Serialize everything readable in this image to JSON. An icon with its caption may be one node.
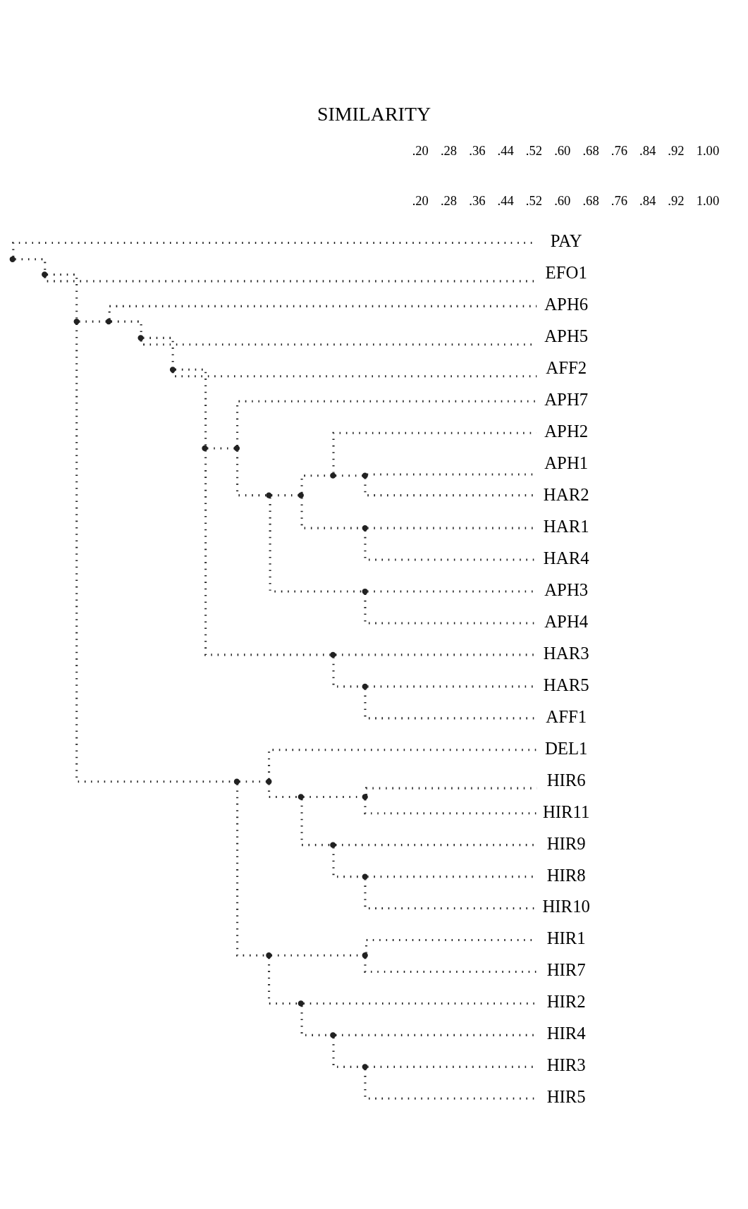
{
  "diagram": {
    "title": "SIMILARITY",
    "nodes": [
      {
        "text": [
          "APH1"
        ]
      },
      {
        "text": [
          "HAR2"
        ]
      },
      {
        "text": [
          "APH2"
        ]
      },
      {
        "text": [
          "HAR1"
        ]
      },
      {
        "text": [
          "HAR4"
        ]
      },
      {
        "text": [
          "APH3"
        ]
      },
      {
        "text": [
          "APH4"
        ]
      },
      {
        "text": [
          "APH7"
        ]
      },
      {
        "text": [
          "HAR3"
        ]
      },
      {
        "text": [
          "HAR5"
        ]
      },
      {
        "text": [
          "AFF1"
        ]
      },
      {
        "text": [
          "AFF2"
        ]
      },
      {
        "text": [
          "APH5"
        ]
      },
      {
        "text": [
          "APH6"
        ]
      },
      {
        "text": [
          "DEL1"
        ]
      },
      {
        "text": [
          "HIR6"
        ]
      },
      {
        "text": [
          "HIR11"
        ]
      },
      {
        "text": [
          "HIR8"
        ]
      },
      {
        "text": [
          "HIR10"
        ]
      },
      {
        "text": [
          "HIR9"
        ]
      },
      {
        "text": [
          "HIR1"
        ]
      },
      {
        "text": [
          "HIR7"
        ]
      },
      {
        "text": [
          "HIR2"
        ]
      },
      {
        "text": [
          "HIR3"
        ]
      },
      {
        "text": [
          "HIR5"
        ]
      },
      {
        "text": [
          "HIR4"
        ]
      },
      {
        "text": [
          "EFO1"
        ]
      },
      {
        "text": [
          "PAY"
        ]
      },
      {
        "text": [],
        "shape": "point"
      },
      {
        "text": [],
        "shape": "point"
      },
      {
        "text": [],
        "shape": "point"
      },
      {
        "text": [],
        "shape": "point"
      },
      {
        "text": [],
        "shape": "point"
      },
      {
        "text": [],
        "shape": "point"
      },
      {
        "text": [],
        "shape": "point"
      },
      {
        "text": [],
        "shape": "point"
      },
      {
        "text": [],
        "shape": "point"
      },
      {
        "text": [],
        "shape": "point"
      },
      {
        "text": [],
        "shape": "point"
      },
      {
        "text": [],
        "shape": "point"
      },
      {
        "text": [],
        "shape": "point"
      },
      {
        "text": [],
        "shape": "point"
      },
      {
        "text": [],
        "shape": "point"
      },
      {
        "text": [],
        "shape": "point"
      },
      {
        "text": [],
        "shape": "point"
      },
      {
        "text": [],
        "shape": "point"
      },
      {
        "text": [],
        "shape": "point"
      },
      {
        "text": [],
        "shape": "point"
      },
      {
        "text": [],
        "shape": "point"
      },
      {
        "text": [],
        "shape": "point"
      },
      {
        "text": [],
        "shape": "point"
      },
      {
        "text": [],
        "shape": "point"
      },
      {
        "text": [],
        "shape": "point"
      },
      {
        "text": [],
        "shape": "point"
      },
      {
        "text": [],
        "shape": "point"
      }
    ],
    "edges": [
      {
        "from": 28,
        "to": 0,
        "arrow": "none"
      },
      {
        "from": 28,
        "to": 1,
        "arrow": "none"
      },
      {
        "from": 29,
        "to": 28,
        "arrow": "none"
      },
      {
        "from": 29,
        "to": 2,
        "arrow": "none"
      },
      {
        "from": 30,
        "to": 3,
        "arrow": "none"
      },
      {
        "from": 30,
        "to": 4,
        "arrow": "none"
      },
      {
        "from": 31,
        "to": 29,
        "arrow": "none"
      },
      {
        "from": 31,
        "to": 30,
        "arrow": "none"
      },
      {
        "from": 32,
        "to": 5,
        "arrow": "none"
      },
      {
        "from": 32,
        "to": 6,
        "arrow": "none"
      },
      {
        "from": 33,
        "to": 31,
        "arrow": "none"
      },
      {
        "from": 33,
        "to": 32,
        "arrow": "none"
      },
      {
        "from": 34,
        "to": 33,
        "arrow": "none"
      },
      {
        "from": 34,
        "to": 7,
        "arrow": "none"
      },
      {
        "from": 35,
        "to": 9,
        "arrow": "none"
      },
      {
        "from": 35,
        "to": 10,
        "arrow": "none"
      },
      {
        "from": 36,
        "to": 8,
        "arrow": "none"
      },
      {
        "from": 36,
        "to": 35,
        "arrow": "none"
      },
      {
        "from": 37,
        "to": 34,
        "arrow": "none"
      },
      {
        "from": 37,
        "to": 36,
        "arrow": "none"
      },
      {
        "from": 38,
        "to": 37,
        "arrow": "none"
      },
      {
        "from": 38,
        "to": 11,
        "arrow": "none"
      },
      {
        "from": 39,
        "to": 38,
        "arrow": "none"
      },
      {
        "from": 39,
        "to": 12,
        "arrow": "none"
      },
      {
        "from": 40,
        "to": 39,
        "arrow": "none"
      },
      {
        "from": 40,
        "to": 13,
        "arrow": "none"
      },
      {
        "from": 41,
        "to": 15,
        "arrow": "none"
      },
      {
        "from": 41,
        "to": 16,
        "arrow": "none"
      },
      {
        "from": 42,
        "to": 17,
        "arrow": "none"
      },
      {
        "from": 42,
        "to": 18,
        "arrow": "none"
      },
      {
        "from": 43,
        "to": 42,
        "arrow": "none"
      },
      {
        "from": 43,
        "to": 19,
        "arrow": "none"
      },
      {
        "from": 44,
        "to": 41,
        "arrow": "none"
      },
      {
        "from": 44,
        "to": 43,
        "arrow": "none"
      },
      {
        "from": 45,
        "to": 14,
        "arrow": "none"
      },
      {
        "from": 45,
        "to": 44,
        "arrow": "none"
      },
      {
        "from": 46,
        "to": 45,
        "arrow": "none"
      },
      {
        "from": 46,
        "to": 54,
        "arrow": "none"
      },
      {
        "from": 47,
        "to": 40,
        "arrow": "none"
      },
      {
        "from": 47,
        "to": 46,
        "arrow": "none"
      },
      {
        "from": 48,
        "to": 47,
        "arrow": "none"
      },
      {
        "from": 48,
        "to": 26,
        "arrow": "none"
      },
      {
        "from": 49,
        "to": 48,
        "arrow": "none"
      },
      {
        "from": 49,
        "to": 27,
        "arrow": "none"
      },
      {
        "from": 50,
        "to": 20,
        "arrow": "none"
      },
      {
        "from": 50,
        "to": 21,
        "arrow": "none"
      },
      {
        "from": 51,
        "to": 23,
        "arrow": "none"
      },
      {
        "from": 51,
        "to": 24,
        "arrow": "none"
      },
      {
        "from": 52,
        "to": 51,
        "arrow": "none"
      },
      {
        "from": 52,
        "to": 25,
        "arrow": "none"
      },
      {
        "from": 53,
        "to": 22,
        "arrow": "none"
      },
      {
        "from": 53,
        "to": 52,
        "arrow": "none"
      },
      {
        "from": 54,
        "to": 50,
        "arrow": "none"
      },
      {
        "from": 54,
        "to": 53,
        "arrow": "none"
      }
    ],
    "labels": [
      ".20",
      ".28",
      ".36",
      ".44",
      ".52",
      ".60",
      ".68",
      ".76",
      ".84",
      ".92",
      "1.00",
      ".20",
      ".28",
      ".36",
      ".44",
      ".52",
      ".60",
      ".68",
      ".76",
      ".84",
      ".92",
      "1.00"
    ]
  }
}
